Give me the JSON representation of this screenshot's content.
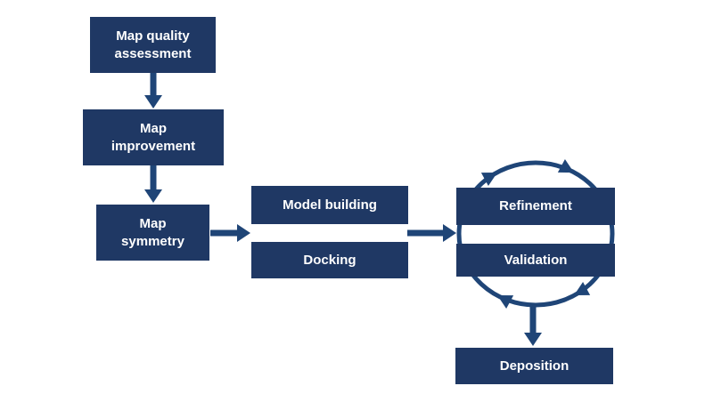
{
  "diagram": {
    "background_color": "#ffffff",
    "colors": {
      "node_fill": "#1f3864",
      "connector": "#1f4577",
      "node_text": "#ffffff"
    },
    "nodes": [
      {
        "id": "map-quality-assessment",
        "label": "Map quality\nassessment"
      },
      {
        "id": "map-improvement",
        "label": "Map\nimprovement"
      },
      {
        "id": "map-symmetry",
        "label": "Map\nsymmetry"
      },
      {
        "id": "model-building",
        "label": "Model building"
      },
      {
        "id": "docking",
        "label": "Docking"
      },
      {
        "id": "refinement",
        "label": "Refinement"
      },
      {
        "id": "validation",
        "label": "Validation"
      },
      {
        "id": "deposition",
        "label": "Deposition"
      }
    ],
    "edges": [
      {
        "from": "map-quality-assessment",
        "to": "map-improvement",
        "style": "arrow-down"
      },
      {
        "from": "map-improvement",
        "to": "map-symmetry",
        "style": "arrow-down"
      },
      {
        "from": "map-symmetry",
        "to": "model-building / docking",
        "style": "arrow-right"
      },
      {
        "from": "model-building / docking",
        "to": "refinement / validation",
        "style": "arrow-right"
      },
      {
        "between": "refinement / validation",
        "style": "clockwise-cycle-circle"
      },
      {
        "from": "refinement / validation",
        "to": "deposition",
        "style": "arrow-down"
      }
    ]
  }
}
